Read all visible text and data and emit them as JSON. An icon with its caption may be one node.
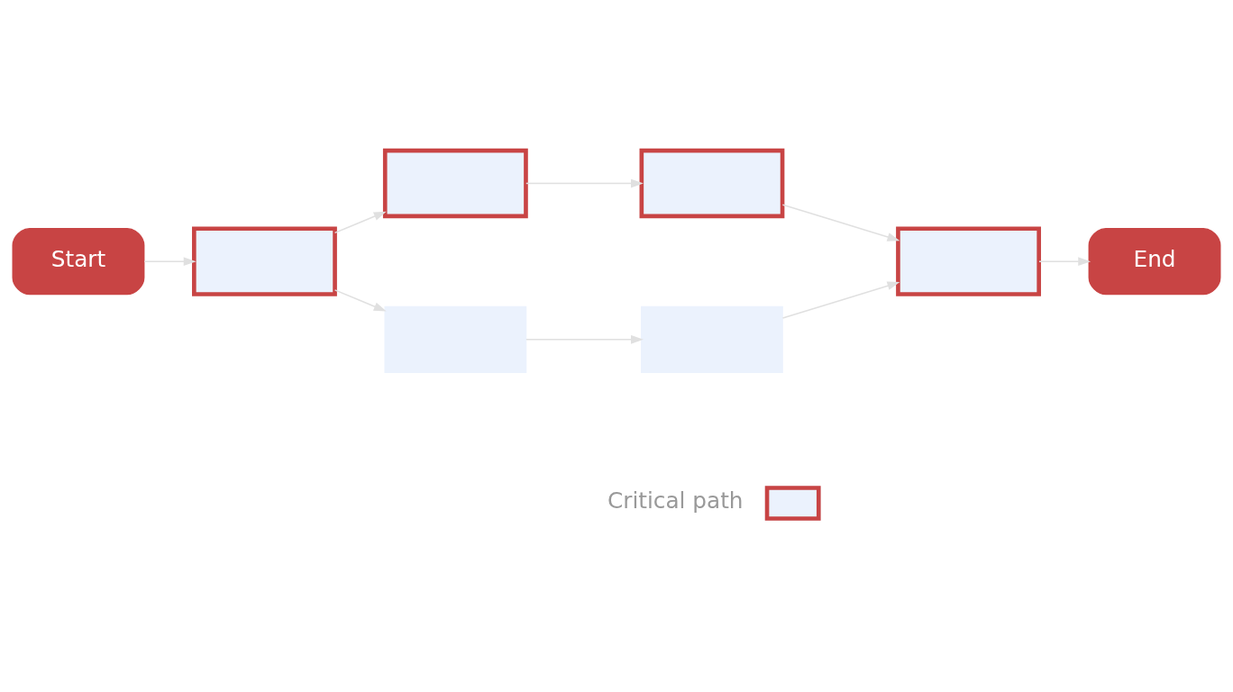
{
  "diagram": {
    "nodes": [
      {
        "text": [
          "Start"
        ]
      },
      {
        "text": [],
        "shape": "box"
      },
      {
        "text": [],
        "shape": "box"
      },
      {
        "text": [],
        "shape": "box"
      },
      {
        "text": [],
        "shape": "box"
      },
      {
        "text": [],
        "shape": "box"
      },
      {
        "text": [],
        "shape": "box"
      },
      {
        "text": [
          "End"
        ]
      }
    ],
    "edges": [
      {
        "from": 0,
        "to": 1,
        "arrow": "to"
      },
      {
        "from": 1,
        "to": 2,
        "arrow": "to"
      },
      {
        "from": 1,
        "to": 3,
        "arrow": "to"
      },
      {
        "from": 2,
        "to": 4,
        "arrow": "to"
      },
      {
        "from": 3,
        "to": 5,
        "arrow": "to"
      },
      {
        "from": 4,
        "to": 6,
        "arrow": "to"
      },
      {
        "from": 5,
        "to": 6,
        "arrow": "to"
      },
      {
        "from": 6,
        "to": 7,
        "arrow": "to"
      }
    ],
    "legend": [
      {
        "text": "Critical path"
      }
    ]
  }
}
